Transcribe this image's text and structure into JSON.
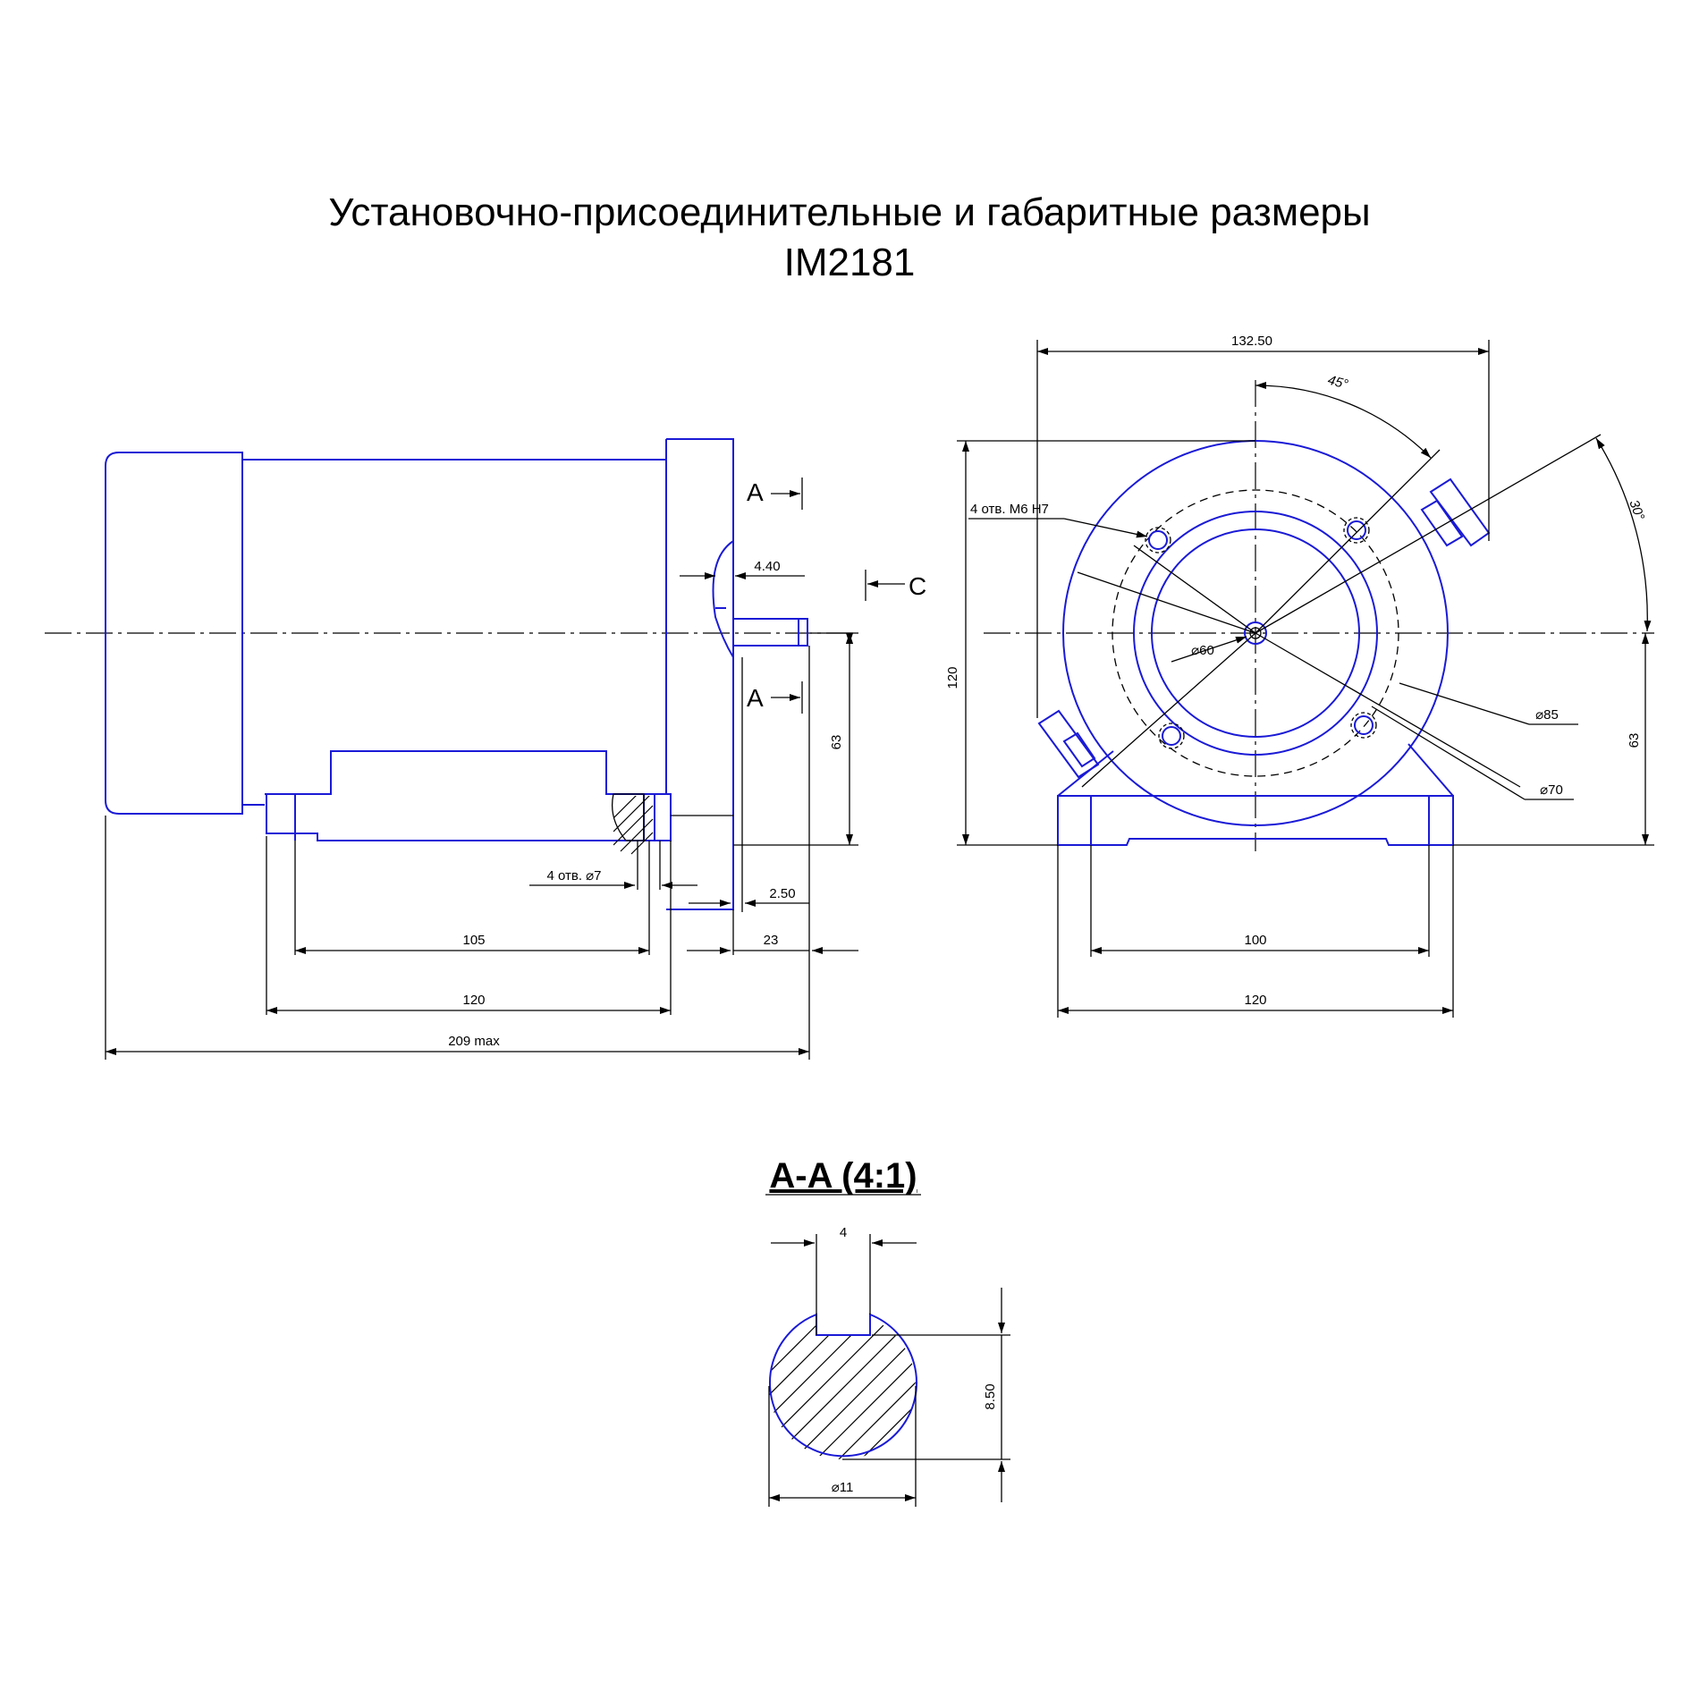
{
  "title": {
    "line1": "Установочно-присоединительные и габаритные размеры",
    "line2": "IM2181"
  },
  "side_view": {
    "section_mark_top": "A",
    "section_mark_bottom": "A",
    "view_mark": "C",
    "dim_4_40": "4.40",
    "dim_63": "63",
    "dim_holes": "4 отв. ⌀7",
    "dim_2_50": "2.50",
    "dim_105": "105",
    "dim_23": "23",
    "dim_120": "120",
    "dim_209": "209 max"
  },
  "front_view": {
    "dim_132_50": "132.50",
    "angle_45": "45°",
    "angle_30": "30°",
    "dim_threaded_holes": "4 отв. M6 H7",
    "dim_120_height": "120",
    "dim_d60": "⌀60",
    "dim_d85": "⌀85",
    "dim_d70": "⌀70",
    "dim_63": "63",
    "dim_100": "100",
    "dim_120_width": "120"
  },
  "section_aa": {
    "title": "A-A (4:1)",
    "dim_4": "4",
    "dim_8_50": "8.50",
    "dim_d11": "⌀11"
  },
  "colors": {
    "outline": "#1a1ad6",
    "dimension": "#000000"
  }
}
